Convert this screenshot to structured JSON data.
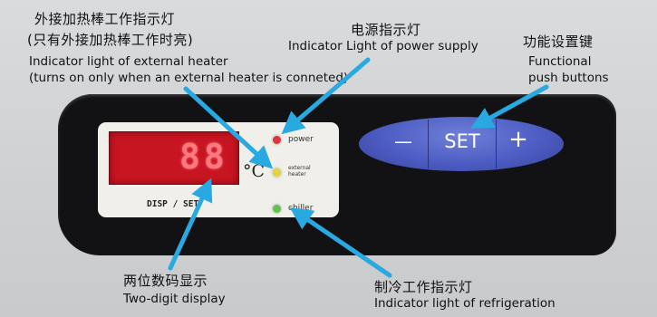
{
  "callouts": {
    "external_heater": {
      "zh_line1": "外接加热棒工作指示灯",
      "zh_line2": "(只有外接加热棒工作时亮)",
      "en_line1": "Indicator light of external heater",
      "en_line2": "(turns on only when an external heater is conneted)"
    },
    "power_supply": {
      "zh": "电源指示灯",
      "en": "Indicator Light of power supply"
    },
    "function_keys": {
      "zh": "功能设置键",
      "en_line1": "Functional",
      "en_line2": "push buttons"
    },
    "display": {
      "zh": "两位数码显示",
      "en": "Two-digit display"
    },
    "refrigeration": {
      "zh": "制冷工作指示灯",
      "en": "Indicator light of refrigeration"
    }
  },
  "panel": {
    "display_value": "88",
    "unit": "°C",
    "disp_set_label": "DISP / SET",
    "indicators": {
      "power": "power",
      "external_heater_line1": "external",
      "external_heater_line2": "heater",
      "chiller": "chiller"
    },
    "buttons": {
      "minus": "—",
      "set": "SET",
      "plus": "+"
    }
  },
  "colors": {
    "arrow": "#29a9e1",
    "panel": "#121214",
    "lcd": "#c81522",
    "button_bar": "#4d5cc3",
    "led_power": "#e0323a",
    "led_heater": "#e8d23a",
    "led_chiller": "#5fc24a"
  }
}
